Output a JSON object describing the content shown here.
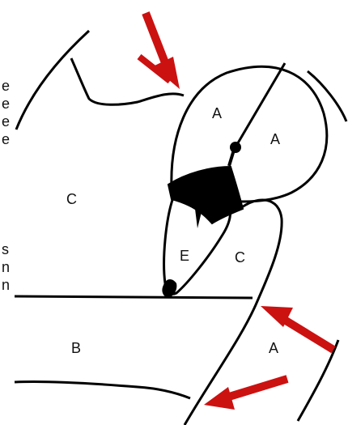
{
  "regions": {
    "a_upper": "A",
    "a_right": "A",
    "a_lower": "A",
    "b": "B",
    "c_left": "C",
    "c_middle": "C",
    "e": "E"
  },
  "left_margin_text": [
    "e",
    "e",
    "e",
    "e",
    "s",
    "n",
    "n"
  ],
  "colors": {
    "line": "#000000",
    "arrow": "#cc1111",
    "background": "#ffffff"
  },
  "icons": {
    "arrows": [
      "red-arrow-top",
      "red-arrow-right",
      "red-arrow-bottom"
    ]
  }
}
